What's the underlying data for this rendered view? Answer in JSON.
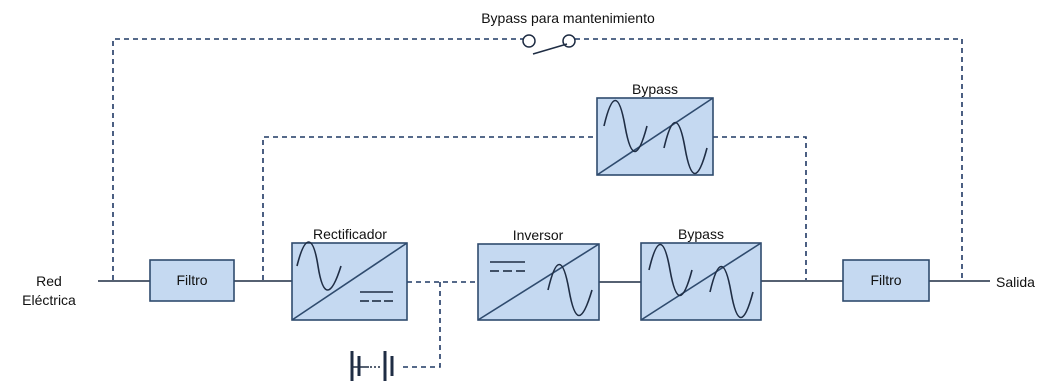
{
  "labels": {
    "maintenance_bypass": "Bypass para mantenimiento",
    "input_line1": "Red",
    "input_line2": "Eléctrica",
    "output": "Salida",
    "filter_in": "Filtro",
    "rectifier": "Rectificador",
    "inverter": "Inversor",
    "bypass_main": "Bypass",
    "bypass_top": "Bypass",
    "filter_out": "Filtro"
  },
  "colors": {
    "block_fill": "#c5d9f1",
    "block_stroke": "#2f4b6e",
    "line": "#1f2d44",
    "dashed_line": "#1f3864"
  },
  "icons": {
    "switch": "maintenance-switch-icon",
    "battery": "battery-icon",
    "ac": "sine-wave-icon",
    "dc": "dc-symbol-icon"
  }
}
